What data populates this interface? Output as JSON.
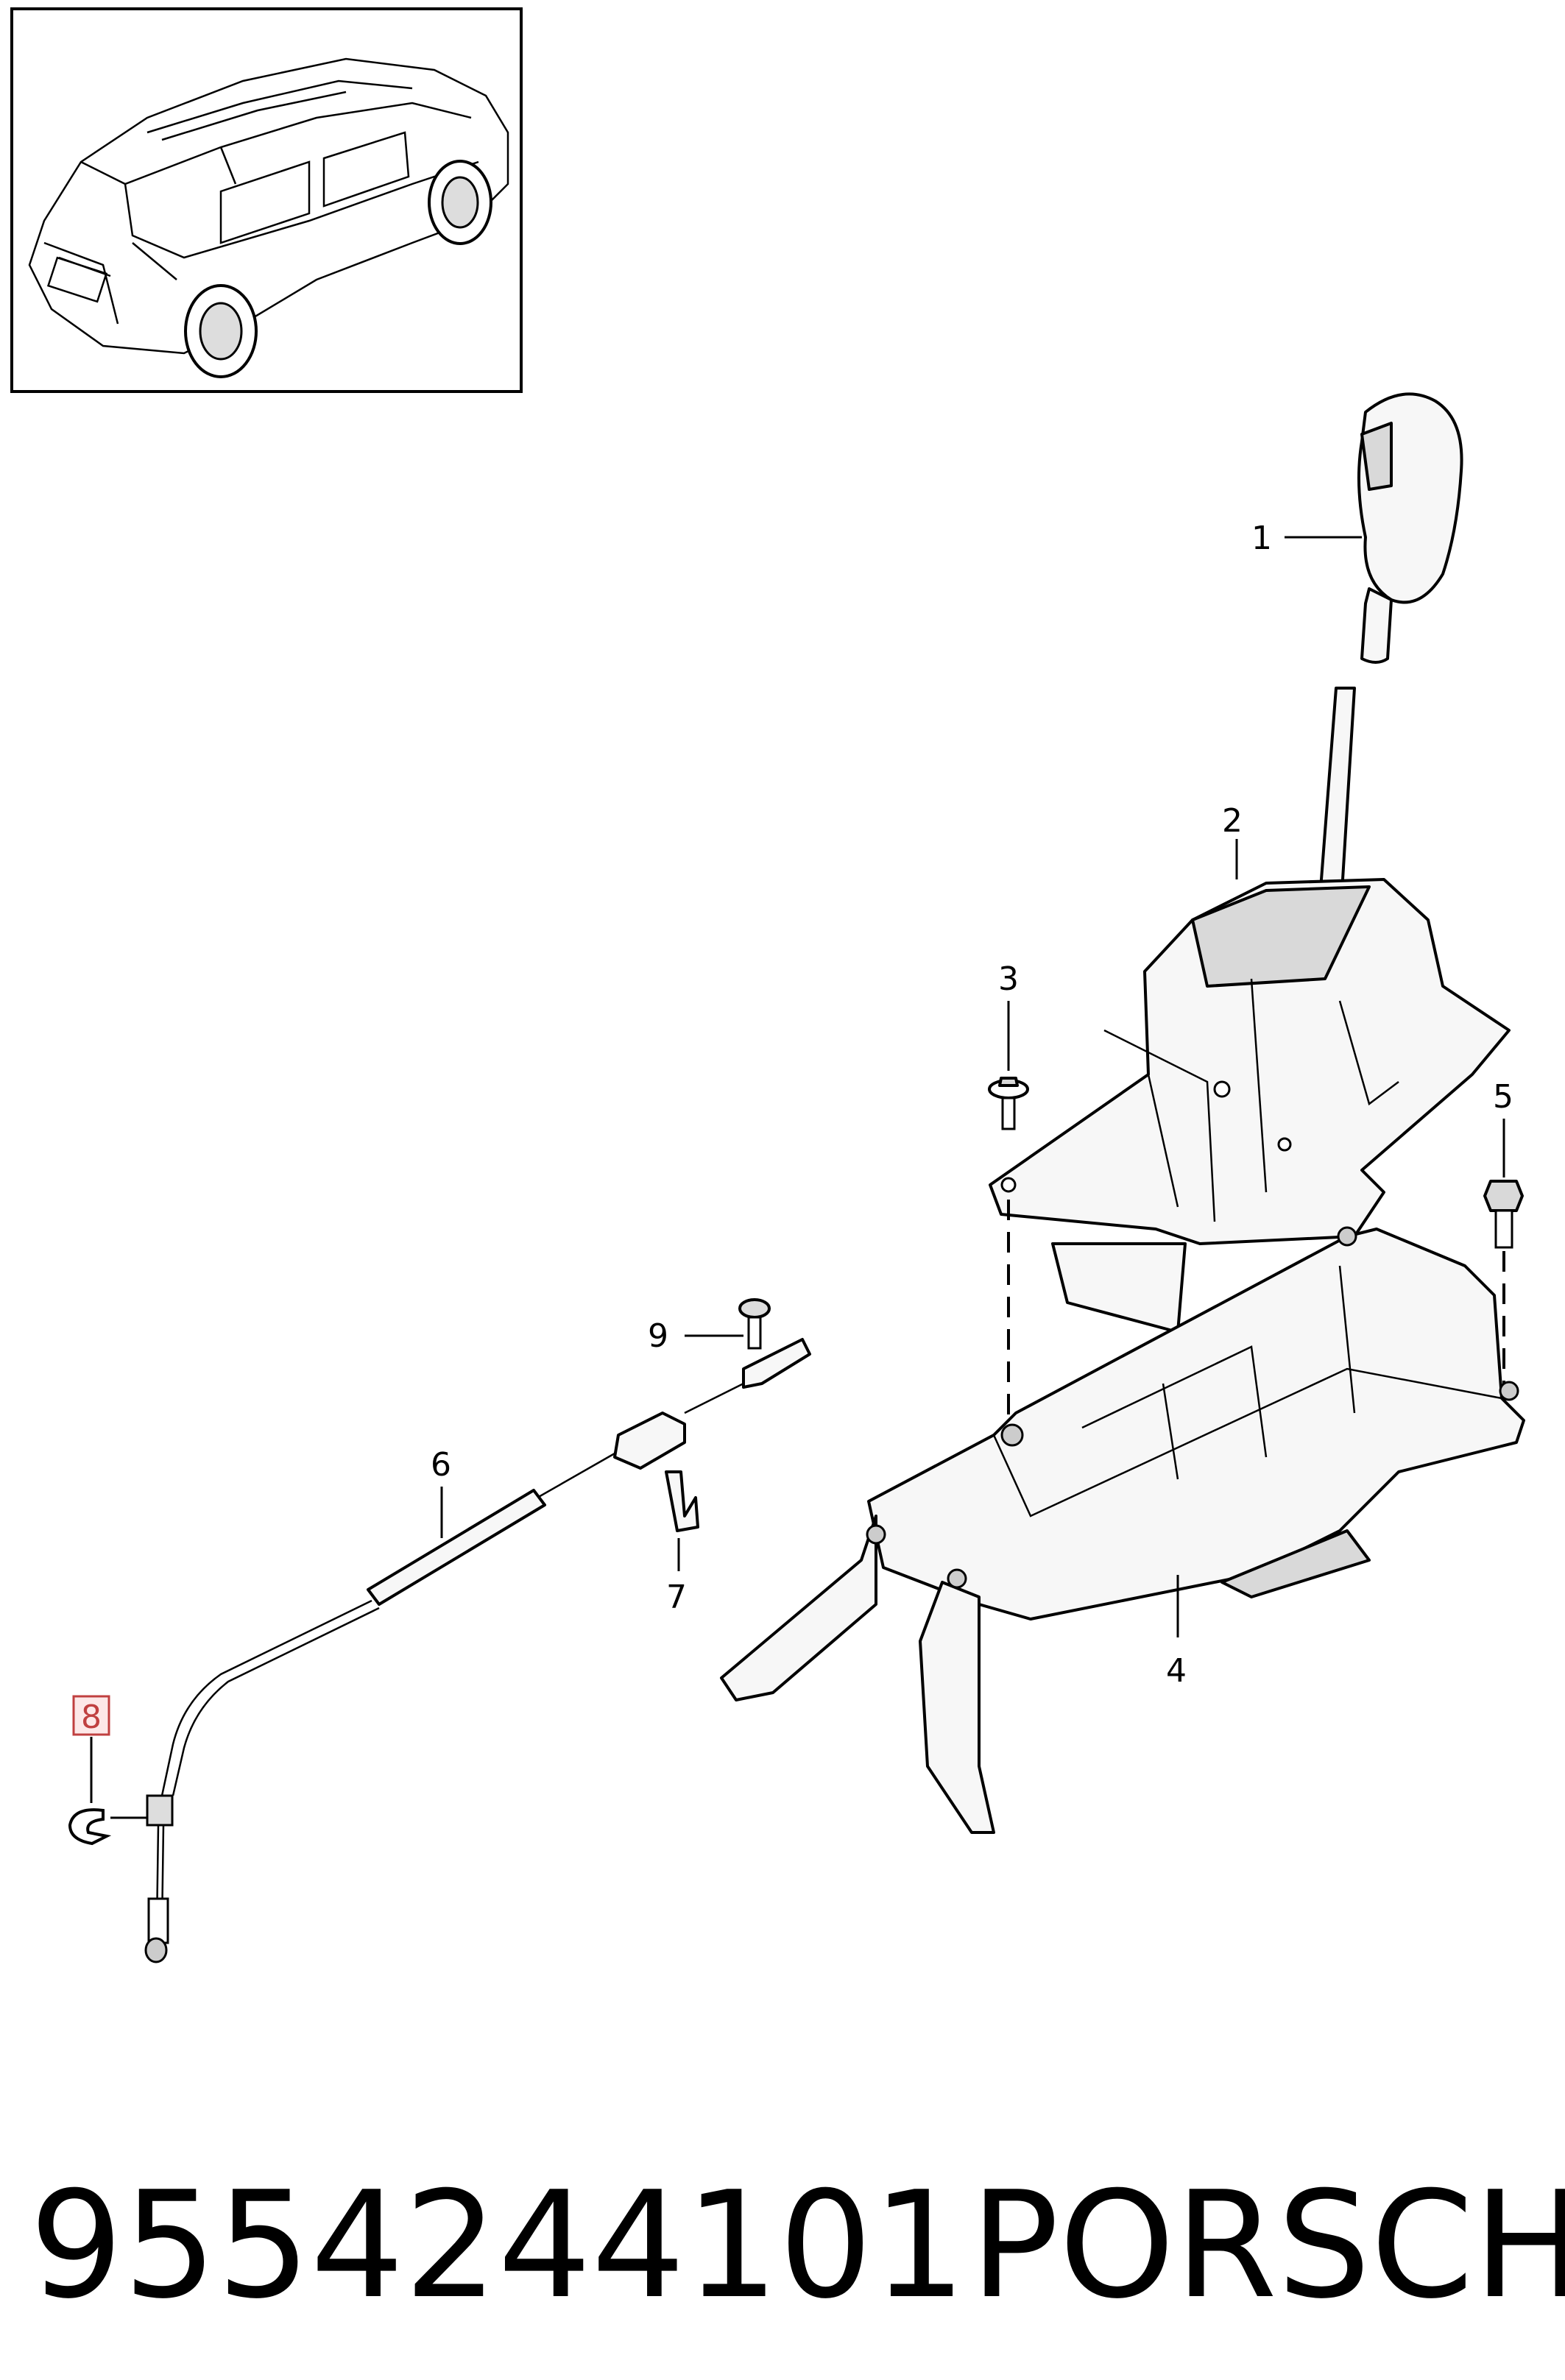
{
  "callouts": {
    "c1": "1",
    "c2": "2",
    "c3": "3",
    "c4": "4",
    "c5": "5",
    "c6": "6",
    "c7": "7",
    "c8": "8",
    "c9": "9"
  },
  "selected_callout": "8",
  "footer": {
    "part_number": "9554244101",
    "brand": "PORSCHE"
  },
  "colors": {
    "selected_highlight": "#c04040"
  }
}
